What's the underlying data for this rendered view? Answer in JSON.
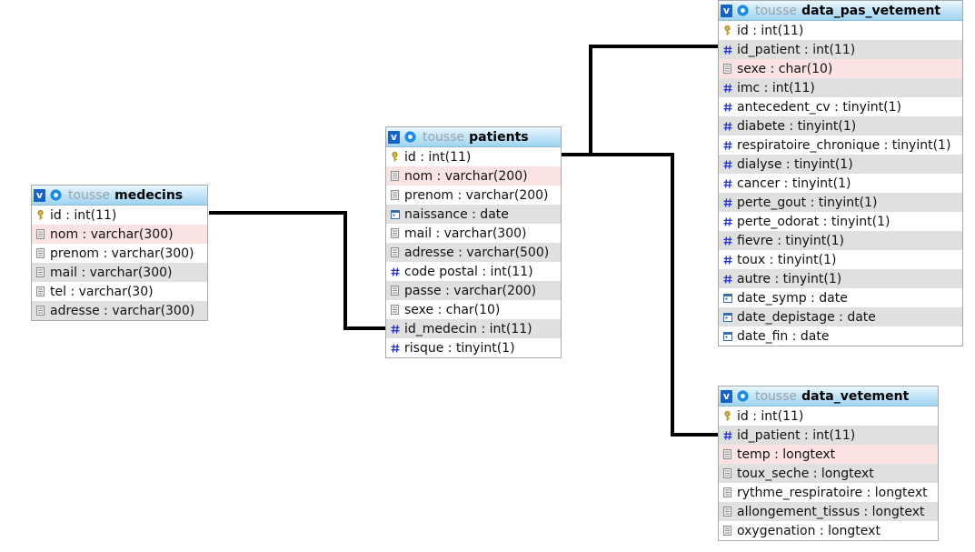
{
  "tables": [
    {
      "key": "medecins",
      "db": "tousse",
      "name": "medecins",
      "fields": [
        {
          "label": "id : int(11)",
          "icon": "key",
          "bg": "w"
        },
        {
          "label": "nom : varchar(300)",
          "icon": "text",
          "bg": "p"
        },
        {
          "label": "prenom : varchar(300)",
          "icon": "text",
          "bg": "w"
        },
        {
          "label": "mail : varchar(300)",
          "icon": "text",
          "bg": "g"
        },
        {
          "label": "tel : varchar(30)",
          "icon": "text",
          "bg": "w"
        },
        {
          "label": "adresse : varchar(300)",
          "icon": "text",
          "bg": "g"
        }
      ]
    },
    {
      "key": "patients",
      "db": "tousse",
      "name": "patients",
      "fields": [
        {
          "label": "id : int(11)",
          "icon": "key",
          "bg": "w"
        },
        {
          "label": "nom : varchar(200)",
          "icon": "text",
          "bg": "p"
        },
        {
          "label": "prenom : varchar(200)",
          "icon": "text",
          "bg": "w"
        },
        {
          "label": "naissance : date",
          "icon": "date",
          "bg": "g"
        },
        {
          "label": "mail : varchar(300)",
          "icon": "text",
          "bg": "w"
        },
        {
          "label": "adresse : varchar(500)",
          "icon": "text",
          "bg": "g"
        },
        {
          "label": "code postal : int(11)",
          "icon": "num",
          "bg": "w"
        },
        {
          "label": "passe : varchar(200)",
          "icon": "text",
          "bg": "g"
        },
        {
          "label": "sexe : char(10)",
          "icon": "text",
          "bg": "w"
        },
        {
          "label": "id_medecin : int(11)",
          "icon": "num",
          "bg": "g"
        },
        {
          "label": "risque : tinyint(1)",
          "icon": "num",
          "bg": "w"
        }
      ]
    },
    {
      "key": "data_pas_vetement",
      "db": "tousse",
      "name": "data_pas_vetement",
      "fields": [
        {
          "label": "id : int(11)",
          "icon": "key",
          "bg": "w"
        },
        {
          "label": "id_patient : int(11)",
          "icon": "num",
          "bg": "g"
        },
        {
          "label": "sexe : char(10)",
          "icon": "text",
          "bg": "p"
        },
        {
          "label": "imc : int(11)",
          "icon": "num",
          "bg": "g"
        },
        {
          "label": "antecedent_cv : tinyint(1)",
          "icon": "num",
          "bg": "w"
        },
        {
          "label": "diabete : tinyint(1)",
          "icon": "num",
          "bg": "g"
        },
        {
          "label": "respiratoire_chronique : tinyint(1)",
          "icon": "num",
          "bg": "w"
        },
        {
          "label": "dialyse : tinyint(1)",
          "icon": "num",
          "bg": "g"
        },
        {
          "label": "cancer : tinyint(1)",
          "icon": "num",
          "bg": "w"
        },
        {
          "label": "perte_gout : tinyint(1)",
          "icon": "num",
          "bg": "g"
        },
        {
          "label": "perte_odorat : tinyint(1)",
          "icon": "num",
          "bg": "w"
        },
        {
          "label": "fievre : tinyint(1)",
          "icon": "num",
          "bg": "g"
        },
        {
          "label": "toux : tinyint(1)",
          "icon": "num",
          "bg": "w"
        },
        {
          "label": "autre : tinyint(1)",
          "icon": "num",
          "bg": "g"
        },
        {
          "label": "date_symp : date",
          "icon": "date",
          "bg": "w"
        },
        {
          "label": "date_depistage : date",
          "icon": "date",
          "bg": "g"
        },
        {
          "label": "date_fin : date",
          "icon": "date",
          "bg": "w"
        }
      ]
    },
    {
      "key": "data_vetement",
      "db": "tousse",
      "name": "data_vetement",
      "fields": [
        {
          "label": "id : int(11)",
          "icon": "key",
          "bg": "w"
        },
        {
          "label": "id_patient : int(11)",
          "icon": "num",
          "bg": "g"
        },
        {
          "label": "temp : longtext",
          "icon": "text",
          "bg": "p"
        },
        {
          "label": "toux_seche : longtext",
          "icon": "text",
          "bg": "g"
        },
        {
          "label": "rythme_respiratoire : longtext",
          "icon": "text",
          "bg": "w"
        },
        {
          "label": "allongement_tissus : longtext",
          "icon": "text",
          "bg": "g"
        },
        {
          "label": "oxygenation : longtext",
          "icon": "text",
          "bg": "w"
        }
      ]
    }
  ],
  "toggle_label": "v",
  "colors": {
    "link": "#000000",
    "header_top": "#e9f6fd",
    "header_bottom": "#9fd3f0",
    "primary_bg": "#fbe3e3",
    "alt_bg": "#e0e0e0",
    "num_icon": "#2233cc"
  },
  "icons": {
    "key": "key-icon",
    "text": "text-field-icon",
    "num": "numeric-field-icon",
    "date": "date-field-icon",
    "toggle": "v-toggle-icon",
    "options": "gear-icon"
  }
}
